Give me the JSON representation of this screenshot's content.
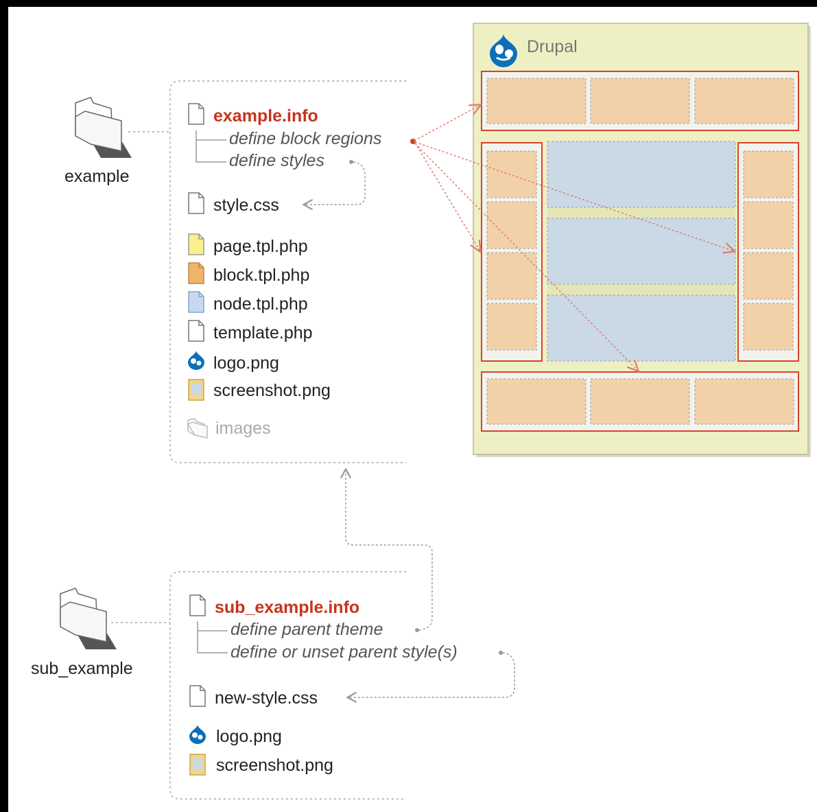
{
  "colors": {
    "info_red": "#c6341c",
    "panel_bg": "#eef0c4",
    "region_orange": "#f2d1a8",
    "content_blue": "#cbd9e6",
    "red_border": "#d2442c",
    "drupal_blue": "#0d6fb8"
  },
  "theme": {
    "folder_label": "example",
    "info_file": "example.info",
    "notes": [
      "define block regions",
      "define styles"
    ],
    "files": [
      {
        "name": "style.css",
        "icon": "blank-file-icon"
      },
      {
        "name": "page.tpl.php",
        "icon": "yellow-file-icon"
      },
      {
        "name": "block.tpl.php",
        "icon": "orange-file-icon"
      },
      {
        "name": "node.tpl.php",
        "icon": "blue-file-icon"
      },
      {
        "name": "template.php",
        "icon": "blank-file-icon"
      },
      {
        "name": "logo.png",
        "icon": "drupal-drop-icon"
      },
      {
        "name": "screenshot.png",
        "icon": "image-file-icon"
      }
    ],
    "images_folder": "images"
  },
  "subtheme": {
    "folder_label": "sub_example",
    "info_file": "sub_example.info",
    "notes": [
      "define parent theme",
      "define or unset parent style(s)"
    ],
    "files": [
      {
        "name": "new-style.css",
        "icon": "blank-file-icon"
      },
      {
        "name": "logo.png",
        "icon": "drupal-drop-icon"
      },
      {
        "name": "screenshot.png",
        "icon": "image-file-icon"
      }
    ]
  },
  "drupal_panel": {
    "title": "Drupal",
    "icon": "drupal-drop-icon"
  }
}
